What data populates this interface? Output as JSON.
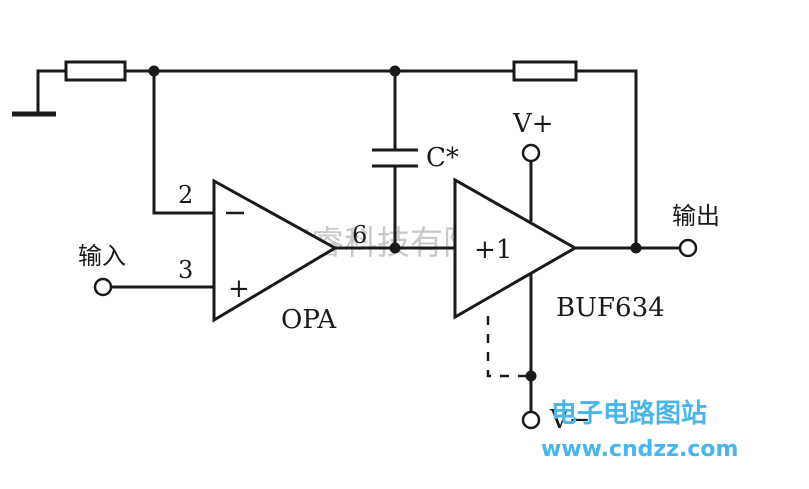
{
  "labels": {
    "opamp_name": "OPA",
    "buffer_name": "BUF634",
    "buffer_gain": "+1",
    "pin2": "2",
    "pin3": "3",
    "pin6": "6",
    "minus_sign": "−",
    "plus_sign": "+",
    "input": "输入",
    "output": "输出",
    "capacitor": "C*",
    "vplus": "V+",
    "vminus": "V−"
  },
  "watermark": {
    "company": "杭州将睿科技有限公司",
    "site_cn": "电子电路图站",
    "site_url": "www.cndzz.com"
  }
}
